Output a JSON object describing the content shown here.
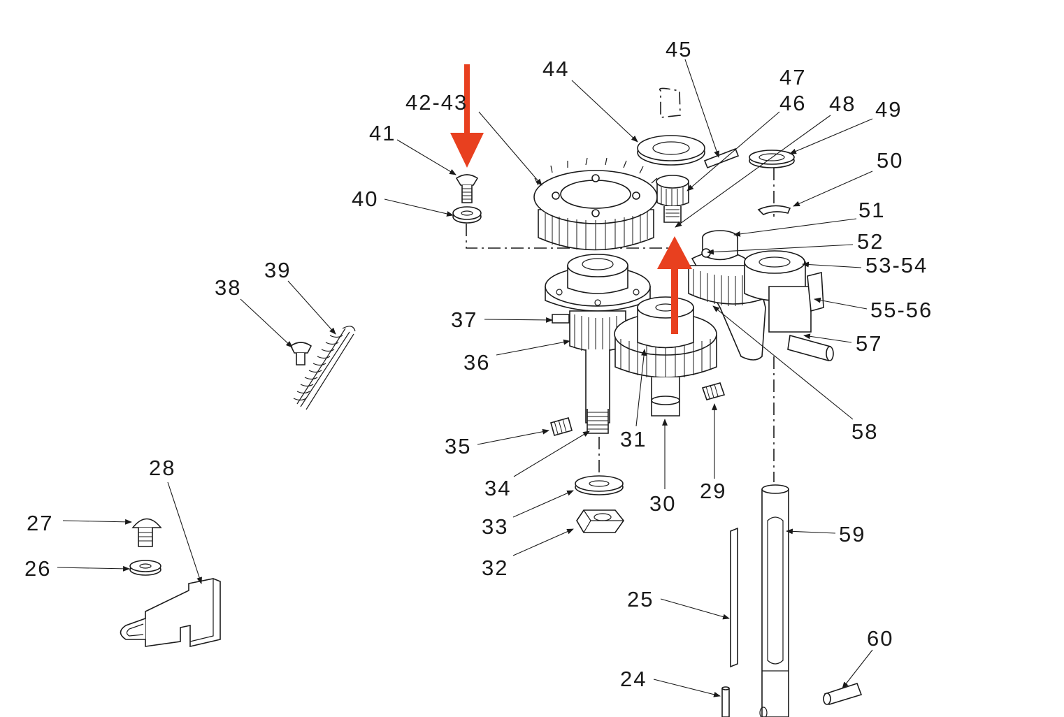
{
  "diagram": {
    "labels": {
      "l24": "24",
      "l25": "25",
      "l26": "26",
      "l27": "27",
      "l28": "28",
      "l29": "29",
      "l30": "30",
      "l31": "31",
      "l32": "32",
      "l33": "33",
      "l34": "34",
      "l35": "35",
      "l36": "36",
      "l37": "37",
      "l38": "38",
      "l39": "39",
      "l40": "40",
      "l41": "41",
      "l42_43": "42-43",
      "l44": "44",
      "l45": "45",
      "l46": "46",
      "l47": "47",
      "l48": "48",
      "l49": "49",
      "l50": "50",
      "l51": "51",
      "l52": "52",
      "l53_54": "53-54",
      "l55_56": "55-56",
      "l57": "57",
      "l58": "58",
      "l59": "59",
      "l60": "60"
    },
    "colors": {
      "line": "#1a1a1a",
      "arrow_highlight": "#e8401f",
      "background": "#ffffff"
    }
  }
}
